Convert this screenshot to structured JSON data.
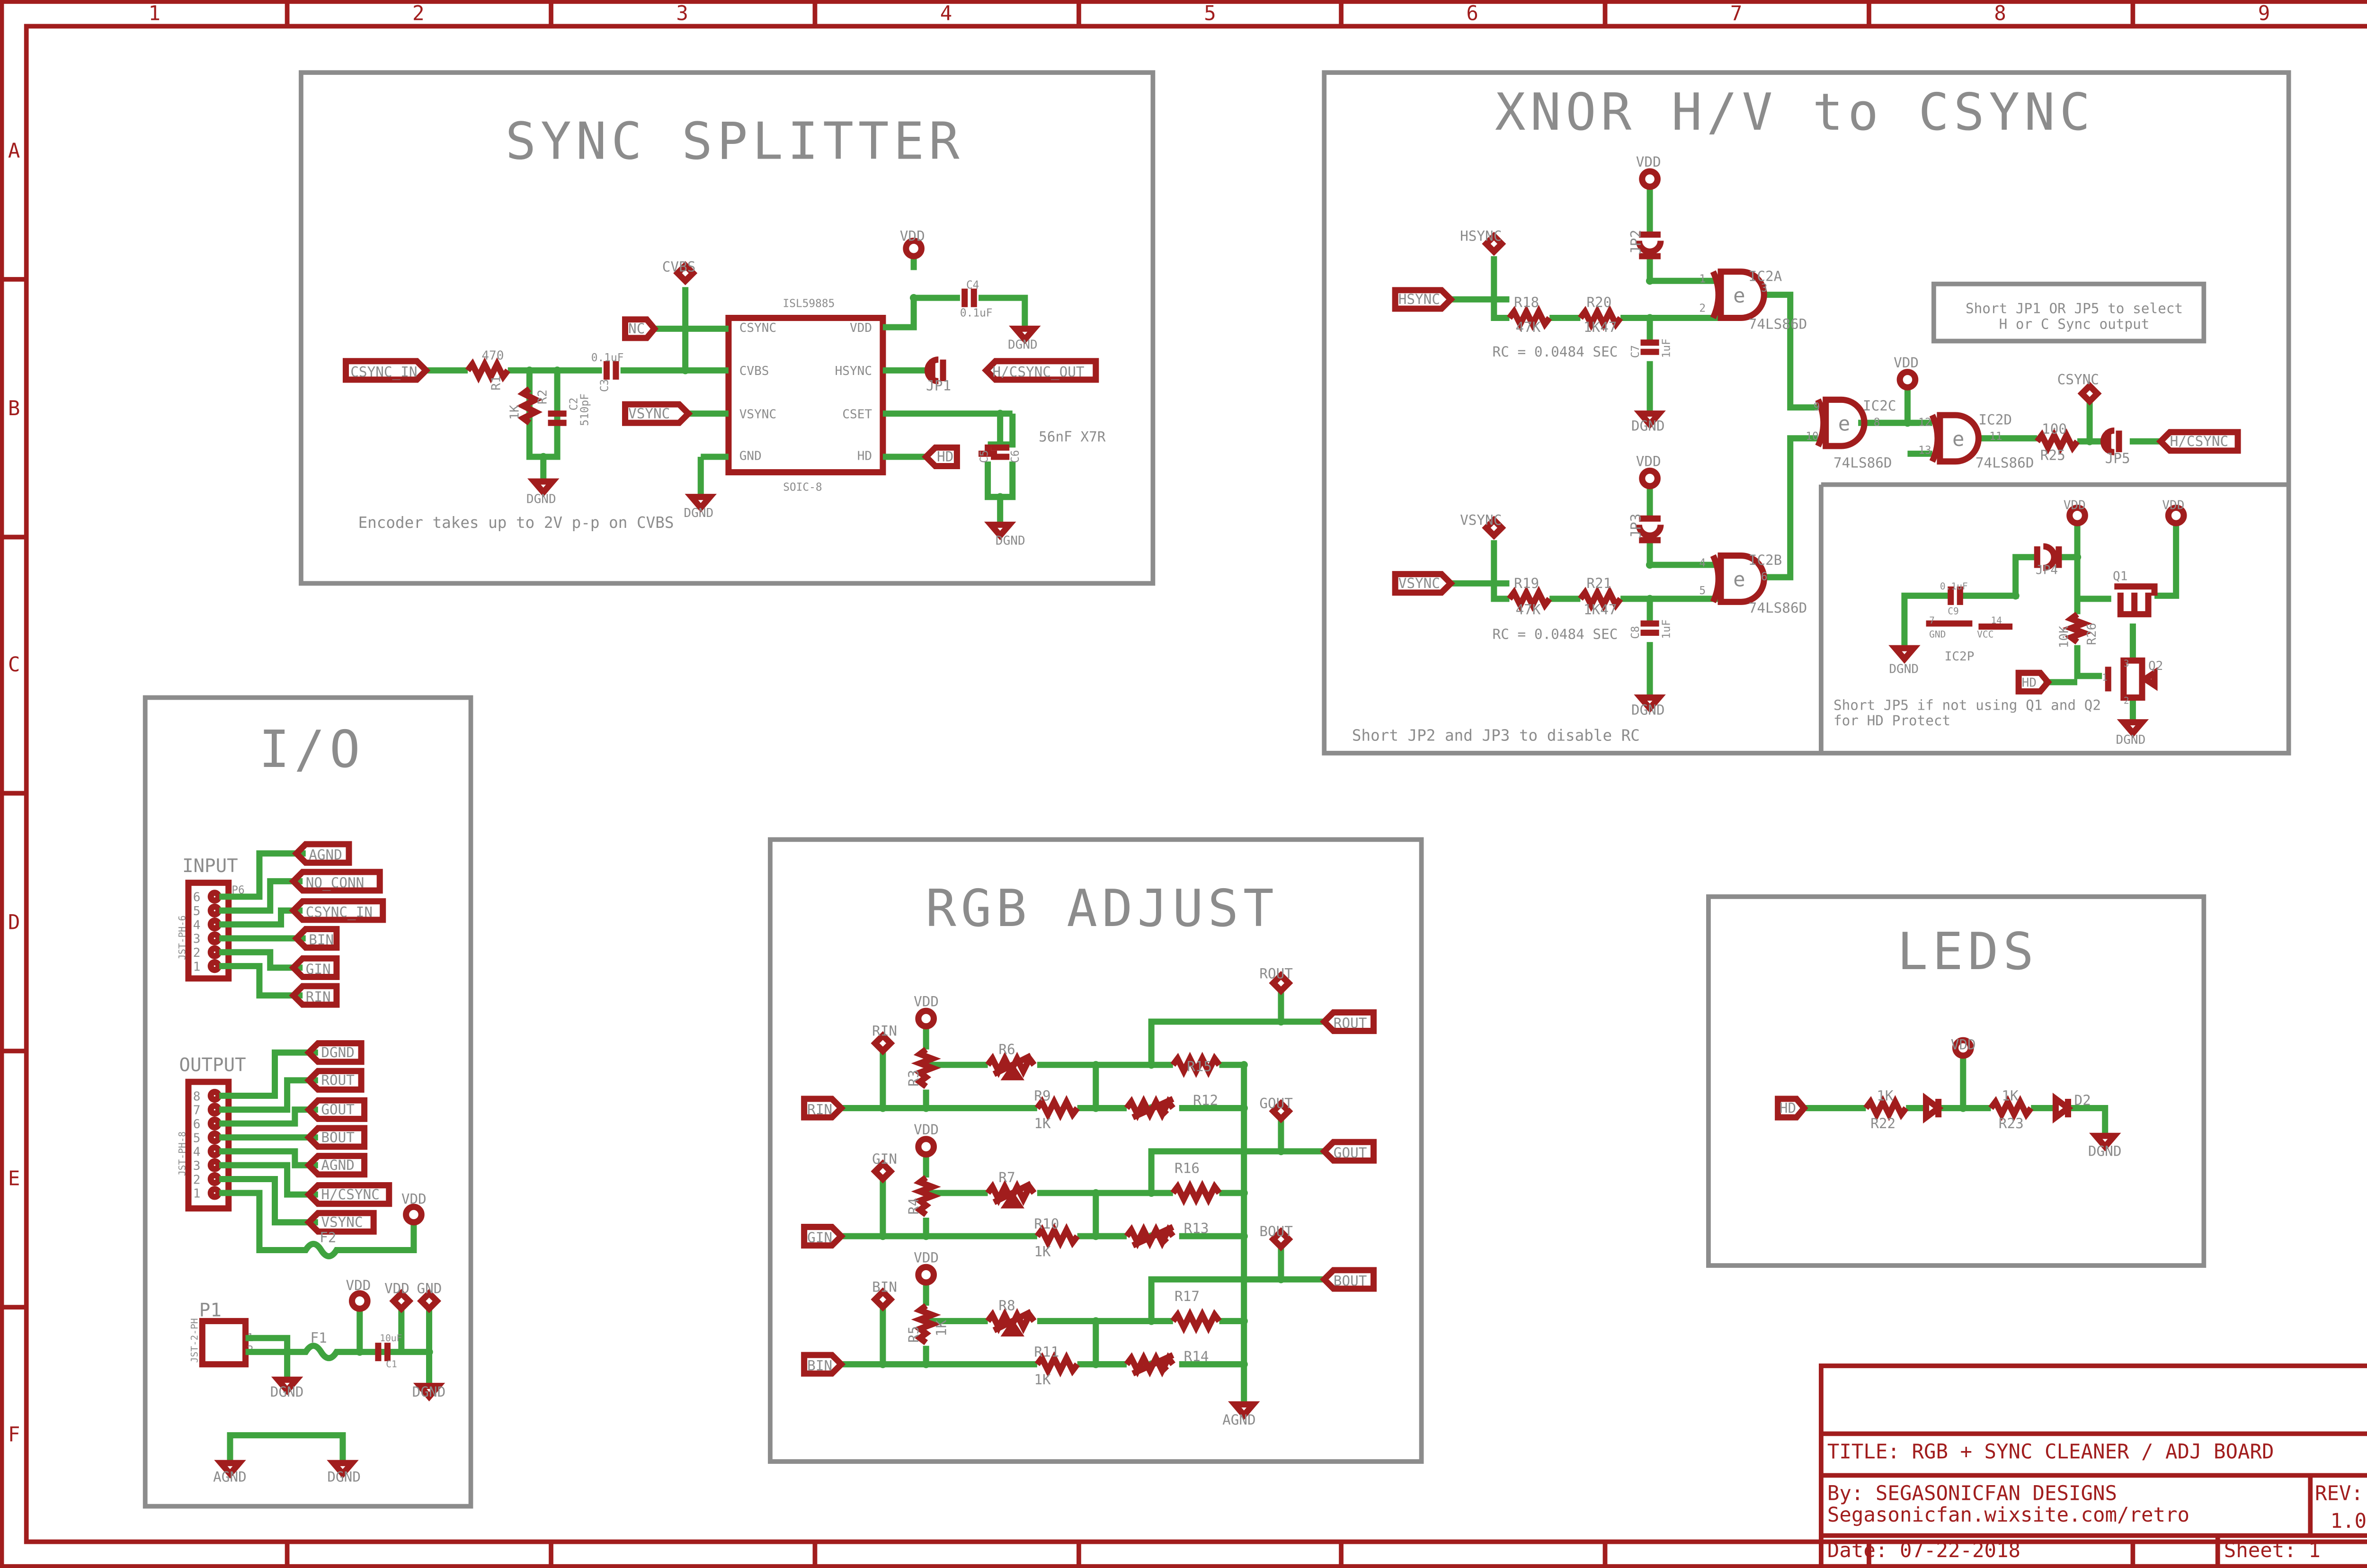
{
  "frame": {
    "columns": [
      "1",
      "2",
      "3",
      "4",
      "5",
      "6",
      "7",
      "8",
      "9"
    ],
    "rows": [
      "A",
      "B",
      "C",
      "D",
      "E",
      "F"
    ]
  },
  "blocks": {
    "sync_splitter": {
      "title": "SYNC SPLITTER",
      "ic_name": "ISL59885",
      "ic_package": "SOIC-8",
      "pins_left": [
        "CSYNC",
        "CVBS",
        "VSYNC",
        "GND"
      ],
      "pins_right": [
        "VDD",
        "HSYNC",
        "CSET",
        "HD"
      ],
      "ports": [
        "CSYNC_IN",
        "NC",
        "VSYNC",
        "H/CSYNC_OUT",
        "HD"
      ],
      "labels": {
        "r1_val": "470",
        "r1": "R1",
        "r2_val": "1K",
        "r2": "R2",
        "c2": "C2",
        "c2_val": "510pF",
        "c3_val": "0.1uF",
        "c3": "C3",
        "c4": "C4",
        "c4_val": "0.1uF",
        "c5": "C5",
        "c6": "C6",
        "c56_val": "56nF X7R",
        "jp1": "JP1",
        "cvbs": "CVBS",
        "vdd": "VDD",
        "dgnd": "DGND"
      },
      "note": "Encoder takes up to 2V p-p on CVBS"
    },
    "xnor": {
      "title": "XNOR H/V to CSYNC",
      "note_box": [
        "Short JP1 OR JP5 to select",
        "H or C Sync output"
      ],
      "rc_note": "RC = 0.0484 SEC",
      "bottom_note": "Short JP2 and JP3 to disable RC",
      "gates": [
        "IC2A",
        "IC2B",
        "IC2C",
        "IC2D"
      ],
      "gate_part": "74LS86D",
      "gate_symbol": "e",
      "labels": {
        "hsync": "HSYNC",
        "vsync": "VSYNC",
        "csync": "CSYNC",
        "hcsync": "H/CSYNC",
        "r18": "R18",
        "r19": "R19",
        "r20": "R20",
        "r21": "R21",
        "r25": "R25",
        "v47k": "47K",
        "v1k47": "1K47",
        "v100": "100",
        "c7": "C7",
        "c8": "C8",
        "c_val": "1uF",
        "jp2": "JP2",
        "jp3": "JP3",
        "jp5": "JP5",
        "vdd": "VDD",
        "dgnd": "DGND",
        "pins": [
          "1",
          "2",
          "3",
          "4",
          "5",
          "6",
          "9",
          "10",
          "8",
          "12",
          "13",
          "11"
        ]
      },
      "hd_protect": {
        "labels": {
          "c9": "C9",
          "c9_val": "0.1uF",
          "pin7": "7",
          "pin14": "14",
          "gnd": "GND",
          "vcc": "VCC",
          "ic2p": "IC2P",
          "jp4": "JP4",
          "q1": "Q1",
          "q2": "Q2",
          "r26": "R26",
          "r26_val": "10K",
          "hd": "HD",
          "vdd": "VDD",
          "dgnd": "DGND",
          "pin1": "1",
          "pin2": "2",
          "pin3": "3"
        },
        "note": [
          "Short JP5 if not using Q1 and Q2",
          "for HD Protect"
        ]
      }
    },
    "io": {
      "title": "I/O",
      "input": {
        "label": "INPUT",
        "connector": "JST-PH-6",
        "pins": [
          "6",
          "5",
          "4",
          "3",
          "2",
          "1"
        ],
        "signals": [
          "AGND",
          "NO_CONN",
          "CSYNC_IN",
          "BIN",
          "GIN",
          "RIN"
        ],
        "p6": "P6"
      },
      "output": {
        "label": "OUTPUT",
        "connector": "JST-PH-8",
        "pins": [
          "8",
          "7",
          "6",
          "5",
          "4",
          "3",
          "2",
          "1"
        ],
        "signals": [
          "DGND",
          "ROUT",
          "GOUT",
          "BOUT",
          "AGND",
          "H/CSYNC",
          "VSYNC"
        ]
      },
      "labels": {
        "vdd": "VDD",
        "f2": "F2",
        "p1": "P1",
        "p1_conn": "JST-2-PH",
        "pin1": "1",
        "pin2": "2",
        "f1": "F1",
        "c1": "C1",
        "c1_val": "10uF",
        "vdd2": "VDD",
        "gnd": "GND",
        "dgnd": "DGND",
        "agnd": "AGND"
      }
    },
    "rgb": {
      "title": "RGB ADJUST",
      "inputs": [
        "RIN",
        "GIN",
        "BIN"
      ],
      "outputs": [
        "ROUT",
        "GOUT",
        "BOUT"
      ],
      "labels": {
        "vdd": "VDD",
        "agnd": "AGND",
        "r3": "R3",
        "r4": "R4",
        "r5": "R5",
        "r5_val": "1K",
        "r6": "R6",
        "r7": "R7",
        "r8": "R8",
        "r9": "R9",
        "r10": "R10",
        "r11": "R11",
        "v1k": "1K",
        "r12": "R12",
        "r13": "R13",
        "r14": "R14",
        "r15": "R15",
        "r16": "R16",
        "r17": "R17"
      }
    },
    "leds": {
      "title": "LEDS",
      "labels": {
        "hd": "HD",
        "vdd": "VDD",
        "v1k": "1K",
        "r22": "R22",
        "r23": "R23",
        "d2": "D2",
        "dgnd": "DGND"
      }
    }
  },
  "title_block": {
    "title": "TITLE:  RGB + SYNC CLEANER / ADJ BOARD",
    "by": "By: SEGASONICFAN DESIGNS",
    "site": "Segasonicfan.wixsite.com/retro",
    "rev_label": "REV:",
    "rev": "1.0",
    "date": "Date: 07-22-2018",
    "sheet": "Sheet: 1"
  }
}
